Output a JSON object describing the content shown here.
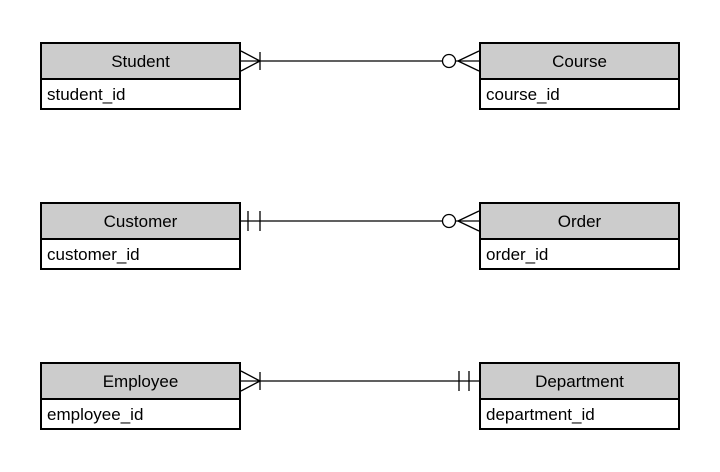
{
  "diagram": {
    "type": "entity-relationship-crows-foot",
    "colors": {
      "header_fill": "#cccccc",
      "border": "#000000",
      "background": "#ffffff",
      "text": "#000000"
    },
    "entities": [
      {
        "name": "Student",
        "attribute": "student_id"
      },
      {
        "name": "Course",
        "attribute": "course_id"
      },
      {
        "name": "Customer",
        "attribute": "customer_id"
      },
      {
        "name": "Order",
        "attribute": "order_id"
      },
      {
        "name": "Employee",
        "attribute": "employee_id"
      },
      {
        "name": "Department",
        "attribute": "department_id"
      }
    ],
    "relationships": [
      {
        "from": "Student",
        "to": "Course",
        "from_cardinality": "one-or-many",
        "to_cardinality": "zero-or-many"
      },
      {
        "from": "Customer",
        "to": "Order",
        "from_cardinality": "exactly-one",
        "to_cardinality": "zero-or-many"
      },
      {
        "from": "Employee",
        "to": "Department",
        "from_cardinality": "one-or-many",
        "to_cardinality": "exactly-one"
      }
    ]
  }
}
